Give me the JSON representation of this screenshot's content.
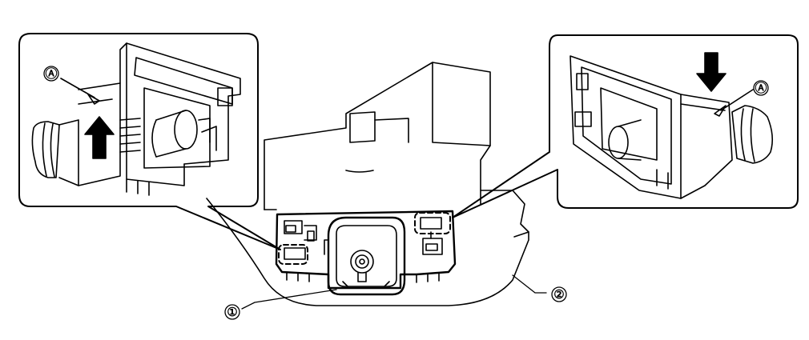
{
  "diagram": {
    "callouts": {
      "camera_unit": "①",
      "bracket": "②",
      "left_tab": "Ⓐ",
      "right_tab": "Ⓐ"
    },
    "arrows": {
      "left_detail": "up",
      "right_detail": "down"
    },
    "colors": {
      "line": "#000000",
      "background": "#ffffff"
    }
  }
}
